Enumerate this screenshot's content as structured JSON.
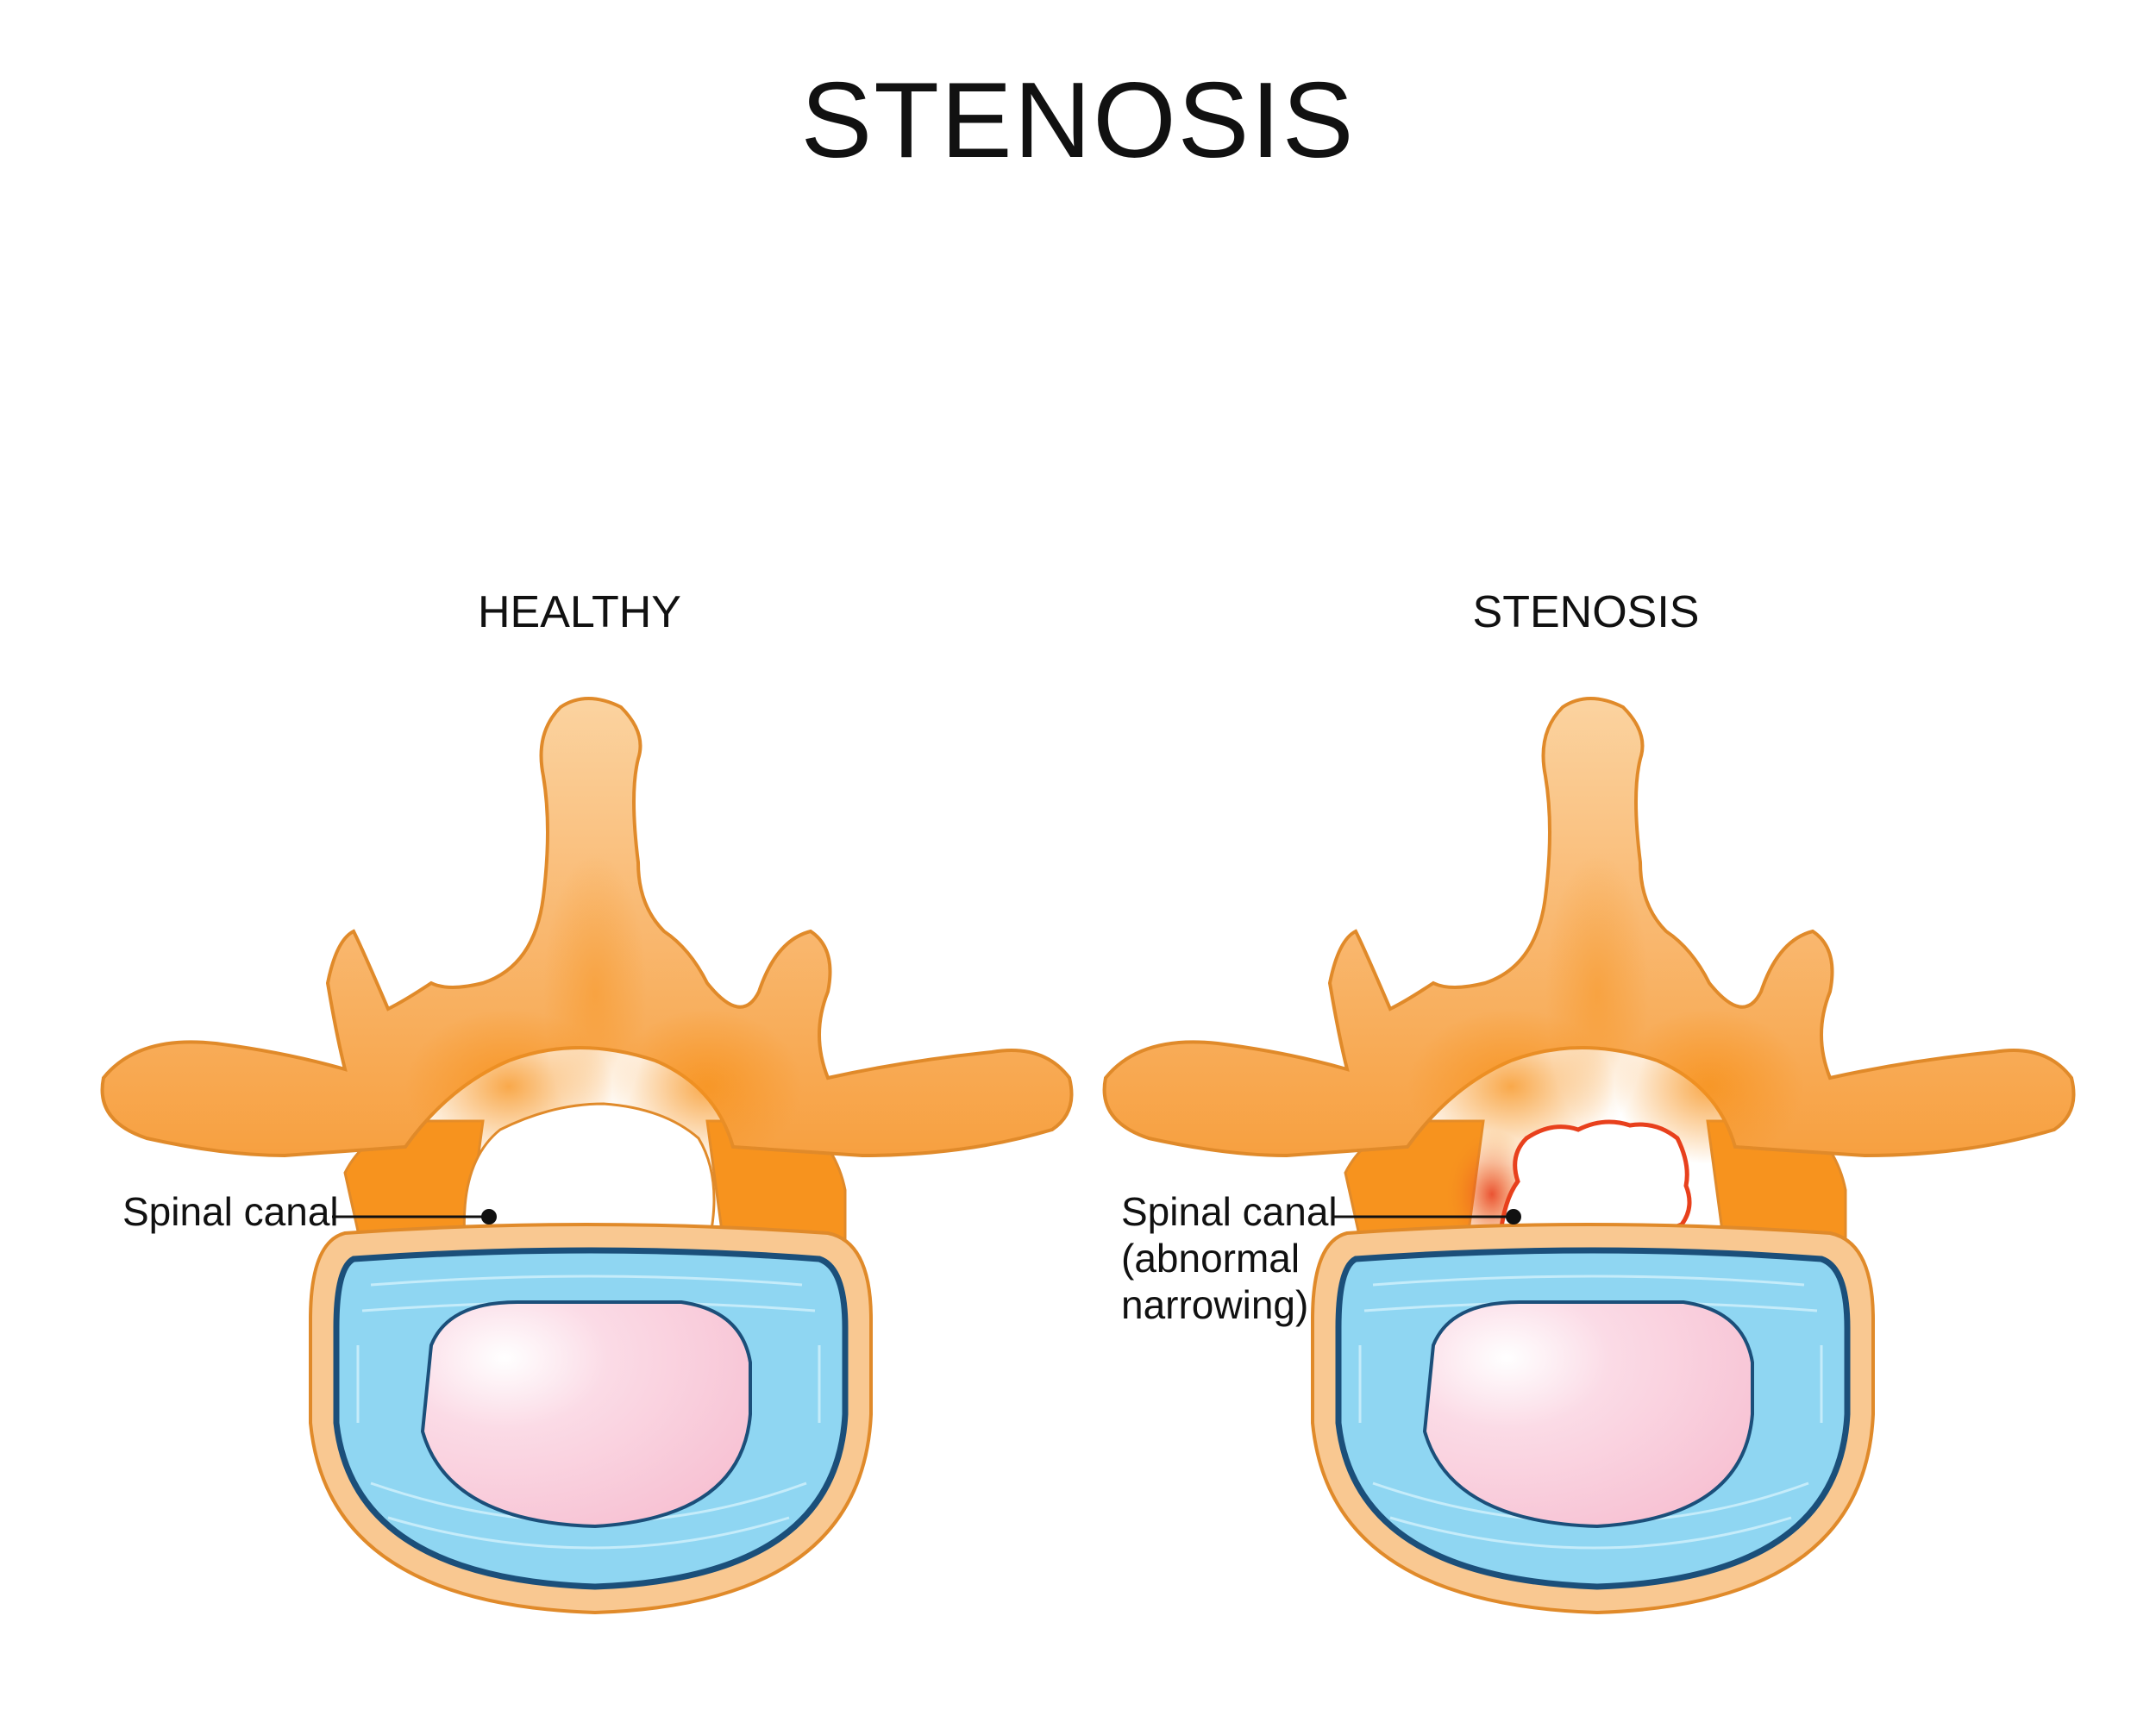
{
  "title": "STENOSIS",
  "panels": {
    "healthy": {
      "label": "HEALTHY",
      "callout": "Spinal canal"
    },
    "stenosis": {
      "label": "STENOSIS",
      "callout_lines": [
        "Spinal canal",
        "(abnormal",
        "narrowing)"
      ]
    }
  },
  "colors": {
    "bone_light": "#fbc98c",
    "bone_dark": "#f7931e",
    "bone_outline": "#e08a2a",
    "disc_outer": "#7ed3f0",
    "disc_inner_light": "#b8e8f8",
    "disc_outline": "#1b4f7a",
    "nucleus": "#f9c9d8",
    "inflammation": "#e8401c"
  }
}
